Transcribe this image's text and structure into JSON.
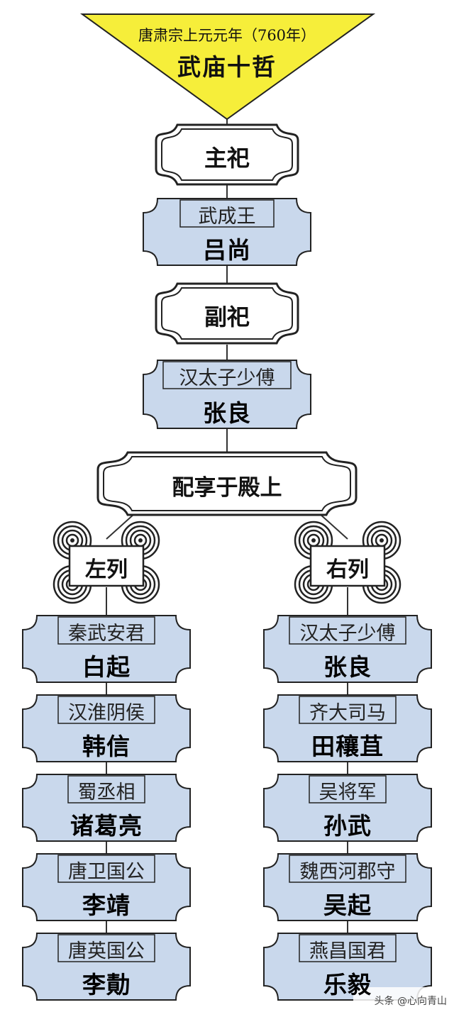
{
  "header": {
    "subtitle": "唐肃宗上元元年（760年）",
    "title": "武庙十哲"
  },
  "sections": {
    "main": "主祀",
    "secondary": "副祀",
    "hall": "配享于殿上"
  },
  "main_card": {
    "title": "武成王",
    "name": "吕尚"
  },
  "secondary_card": {
    "title": "汉太子少傅",
    "name": "张良"
  },
  "columns": {
    "left": {
      "label": "左列",
      "cards": [
        {
          "title": "秦武安君",
          "name": "白起"
        },
        {
          "title": "汉淮阴侯",
          "name": "韩信"
        },
        {
          "title": "蜀丞相",
          "name": "诸葛亮"
        },
        {
          "title": "唐卫国公",
          "name": "李靖"
        },
        {
          "title": "唐英国公",
          "name": "李勣"
        }
      ]
    },
    "right": {
      "label": "右列",
      "cards": [
        {
          "title": "汉太子少傅",
          "name": "张良"
        },
        {
          "title": "齐大司马",
          "name": "田穰苴"
        },
        {
          "title": "吴将军",
          "name": "孙武"
        },
        {
          "title": "魏西河郡守",
          "name": "吴起"
        },
        {
          "title": "燕昌国君",
          "name": "乐毅"
        }
      ]
    }
  },
  "watermark": "头条 @心向青山",
  "colors": {
    "triangle": "#f6ee3a",
    "card_fill": "#c9d8ec",
    "outline": "#222222"
  }
}
